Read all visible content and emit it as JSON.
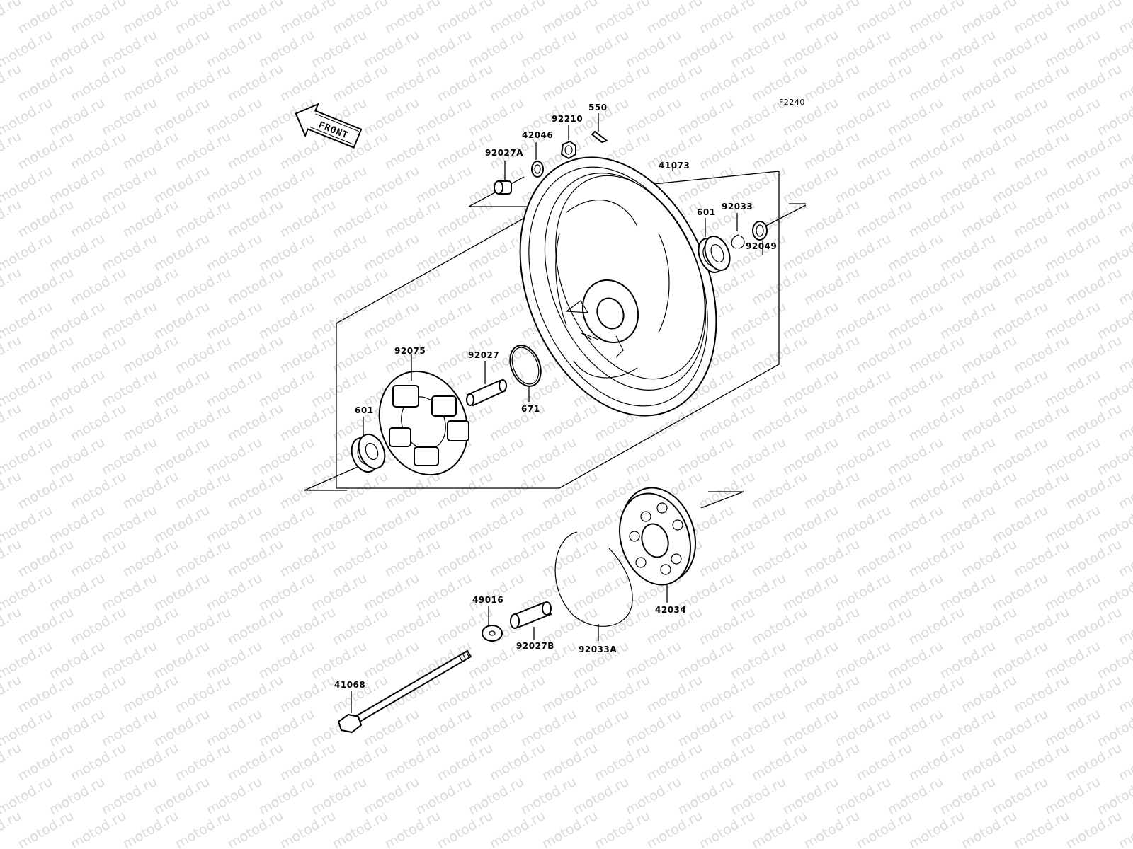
{
  "figure_code": "F2240",
  "watermark": "motod.ru",
  "direction_label": "FRONT",
  "parts": {
    "p550": "550",
    "p92210": "92210",
    "p42046": "42046",
    "p92027A": "92027A",
    "p41073": "41073",
    "p601_right": "601",
    "p92033": "92033",
    "p92049": "92049",
    "p92075": "92075",
    "p92027": "92027",
    "p671": "671",
    "p601_left": "601",
    "p49016": "49016",
    "p92027B": "92027B",
    "p92033A": "92033A",
    "p42034": "42034",
    "p41068": "41068"
  },
  "icons": {
    "front_arrow": "front-arrow-icon"
  }
}
